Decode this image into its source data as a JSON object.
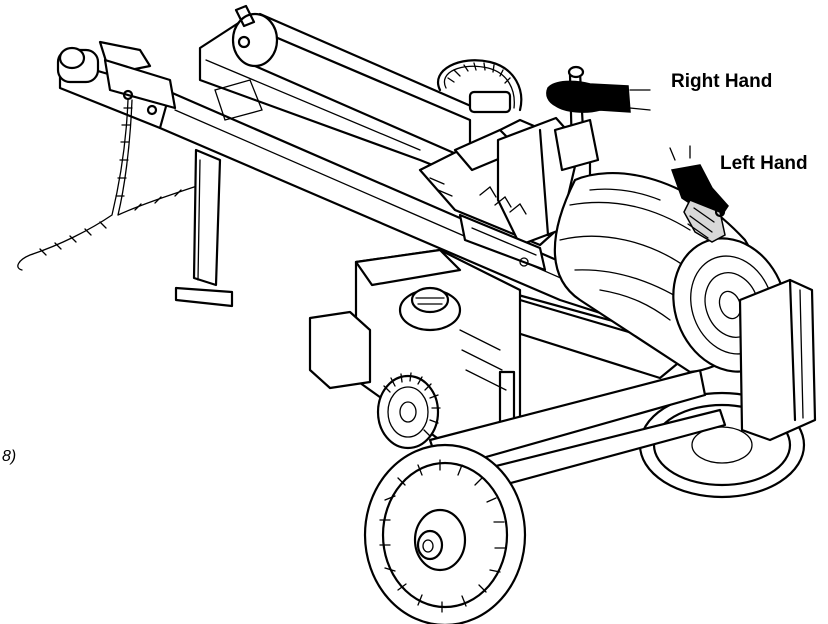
{
  "labels": {
    "right_hand": "Right Hand",
    "left_hand": "Left Hand",
    "partial_marker": "8)"
  },
  "icons": {
    "right_hand_icon": "gloved-hand-on-lever",
    "left_hand_icon": "gloved-hand-on-log"
  },
  "colors": {
    "line": "#000000",
    "background": "#ffffff",
    "glove": "#000000"
  }
}
